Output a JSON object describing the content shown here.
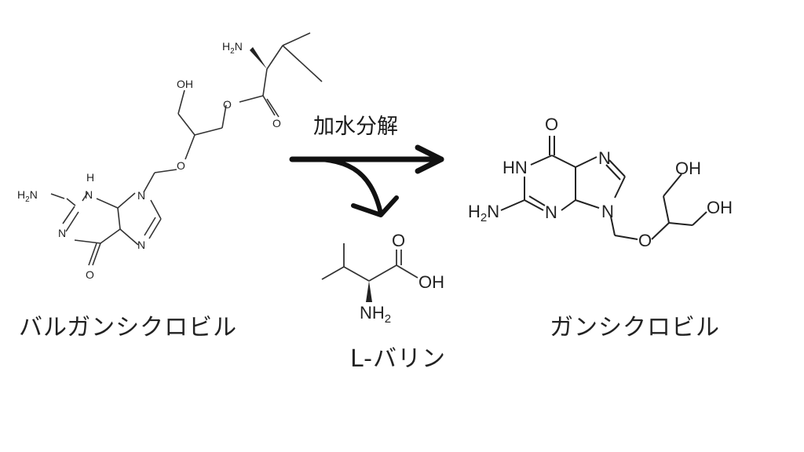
{
  "reaction": {
    "label": "加水分解"
  },
  "valganciclovir": {
    "name": "バルガンシクロビル",
    "atoms": {
      "H": "H",
      "N": "N",
      "O": "O",
      "NH2_H": "H",
      "NH2_sub": "2",
      "NH2_N": "N",
      "OH": "OH",
      "H2N_H": "H",
      "H2N_sub": "2",
      "H2N_N": "N"
    }
  },
  "valine": {
    "name": "L-バリン",
    "atoms": {
      "O": "O",
      "OH": "OH",
      "NH": "NH",
      "NH_sub": "2"
    }
  },
  "ganciclovir": {
    "name": "ガンシクロビル",
    "atoms": {
      "O": "O",
      "HN": "HN",
      "N": "N",
      "H2N_H": "H",
      "H2N_sub": "2",
      "H2N_N": "N",
      "OH": "OH"
    }
  }
}
